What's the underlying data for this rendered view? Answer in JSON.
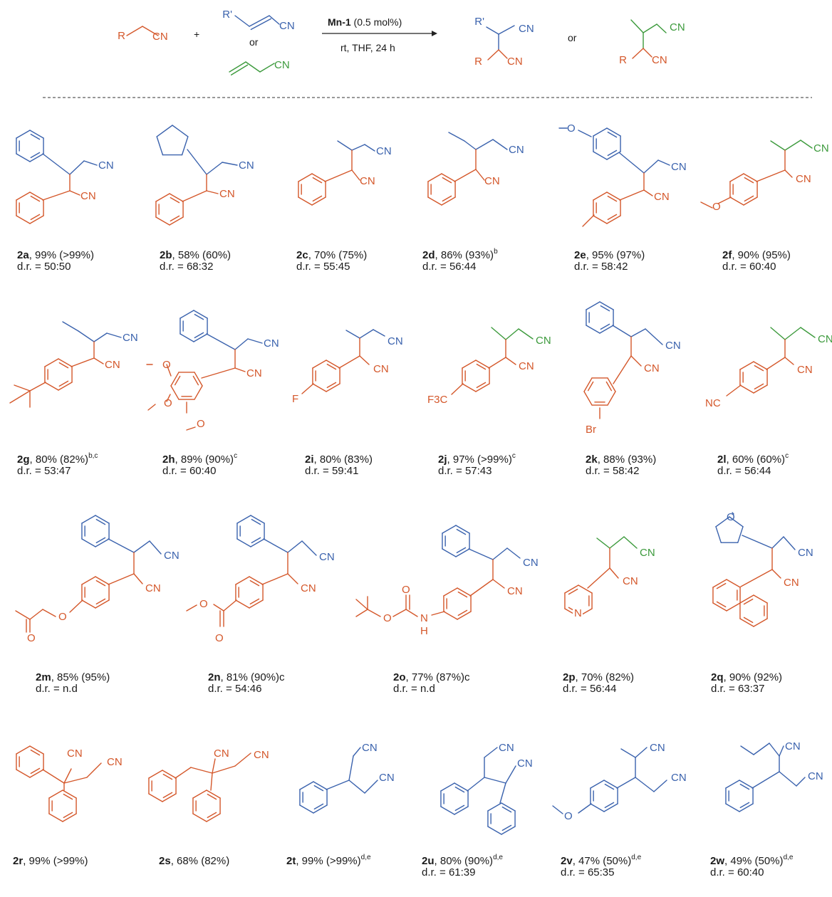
{
  "colors": {
    "substrate": "#d4572a",
    "acceptor": "#3a62ad",
    "allyl": "#3c9a3c",
    "catalyst": "#9b6bbd",
    "text": "#1a1a1a"
  },
  "atoms": {
    "cn": "CN",
    "r": "R",
    "rp": "R'",
    "o": "O",
    "n": "N",
    "h": "H",
    "f": "F",
    "br": "Br",
    "f3c": "F3C",
    "nc": "NC"
  },
  "scheme": {
    "plus": "+",
    "or": "or",
    "catalyst": "Mn-1",
    "loading": " (0.5 mol%)",
    "conditions": "rt, THF, 24 h"
  },
  "compounds": [
    {
      "id": "2a",
      "yield": ", 99% (>99%)",
      "sup": "",
      "dr": "d.r. = 50:50"
    },
    {
      "id": "2b",
      "yield": ", 58% (60%)",
      "sup": "",
      "dr": "d.r. = 68:32"
    },
    {
      "id": "2c",
      "yield": ", 70% (75%)",
      "sup": "",
      "dr": "d.r. = 55:45"
    },
    {
      "id": "2d",
      "yield": ", 86% (93%)",
      "sup": "b",
      "dr": "d.r. = 56:44"
    },
    {
      "id": "2e",
      "yield": ", 95% (97%)",
      "sup": "",
      "dr": "d.r. = 58:42"
    },
    {
      "id": "2f",
      "yield": ", 90% (95%)",
      "sup": "",
      "dr": "d.r. = 60:40"
    },
    {
      "id": "2g",
      "yield": ", 80% (82%)",
      "sup": "b,c",
      "dr": "d.r. = 53:47"
    },
    {
      "id": "2h",
      "yield": ", 89% (90%)",
      "sup": "c",
      "dr": "d.r. = 60:40"
    },
    {
      "id": "2i",
      "yield": ", 80% (83%)",
      "sup": "",
      "dr": "d.r. = 59:41"
    },
    {
      "id": "2j",
      "yield": ", 97% (>99%)",
      "sup": "c",
      "dr": "d.r. = 57:43"
    },
    {
      "id": "2k",
      "yield": ", 88% (93%)",
      "sup": "",
      "dr": "d.r. = 58:42"
    },
    {
      "id": "2l",
      "yield": ", 60% (60%)",
      "sup": "c",
      "dr": "d.r. = 56:44"
    },
    {
      "id": "2m",
      "yield": ", 85% (95%)",
      "sup": "",
      "dr": "d.r. = n.d"
    },
    {
      "id": "2n",
      "yield": ", 81% (90%)c",
      "sup": "",
      "dr": "d.r. = 54:46"
    },
    {
      "id": "2o",
      "yield": ", 77% (87%)c",
      "sup": "",
      "dr": "d.r. = n.d"
    },
    {
      "id": "2p",
      "yield": ", 70% (82%)",
      "sup": "",
      "dr": "d.r. = 56:44"
    },
    {
      "id": "2q",
      "yield": ", 90% (92%)",
      "sup": "",
      "dr": "d.r. = 63:37"
    },
    {
      "id": "2r",
      "yield": ", 99% (>99%)",
      "sup": "",
      "dr": ""
    },
    {
      "id": "2s",
      "yield": ", 68% (82%)",
      "sup": "",
      "dr": ""
    },
    {
      "id": "2t",
      "yield": ", 99% (>99%)",
      "sup": "d,e",
      "dr": ""
    },
    {
      "id": "2u",
      "yield": ", 80% (90%)",
      "sup": "d,e",
      "dr": "d.r. = 61:39"
    },
    {
      "id": "2v",
      "yield": ", 47% (50%)",
      "sup": "d,e",
      "dr": "d.r. = 65:35"
    },
    {
      "id": "2w",
      "yield": ", 49% (50%)",
      "sup": "d,e",
      "dr": "d.r. = 60:40"
    }
  ]
}
